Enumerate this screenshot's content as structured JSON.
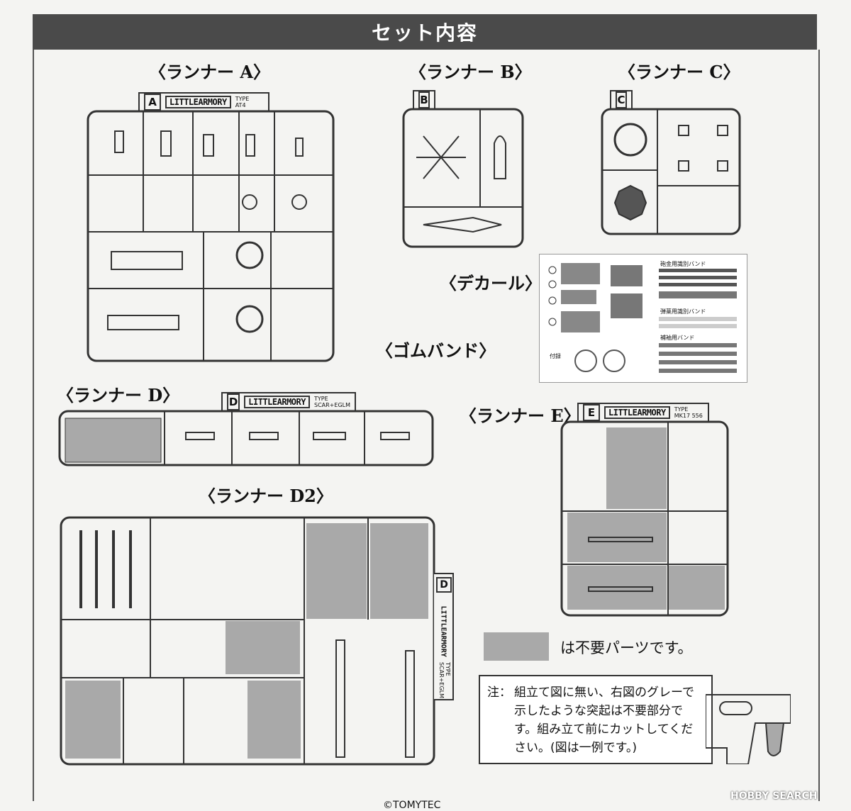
{
  "header": {
    "title": "セット内容"
  },
  "runners": {
    "a": {
      "label": "〈ランナー A〉",
      "letter": "A",
      "logo": "LITTLEARMORY",
      "type": "TYPE",
      "model": "AT4"
    },
    "b": {
      "label": "〈ランナー B〉",
      "letter": "B"
    },
    "c": {
      "label": "〈ランナー C〉",
      "letter": "C"
    },
    "d": {
      "label": "〈ランナー D〉",
      "letter": "D",
      "logo": "LITTLEARMORY",
      "type": "TYPE",
      "model": "SCAR+EGLM"
    },
    "d2": {
      "label": "〈ランナー D2〉",
      "letter": "D",
      "logo": "LITTLEARMORY",
      "type": "TYPE",
      "model": "SCAR+EGLM"
    },
    "e": {
      "label": "〈ランナー E〉",
      "letter": "E",
      "logo": "LITTLEARMORY",
      "type": "TYPE",
      "model": "MK17 556"
    }
  },
  "decal": {
    "label": "〈デカール〉",
    "band1": "砲金用識別バンド",
    "band2": "弾薬用識別バンド",
    "band3": "補袖用バンド",
    "note": "付録"
  },
  "rubber_band": {
    "label": "〈ゴムバンド〉"
  },
  "legend": {
    "text": "は不要パーツです。",
    "color": "#a9a9a9"
  },
  "note": {
    "label": "注：",
    "text": "組立て図に無い、右図のグレーで示したような突起は不要部分です。組み立て前にカットしてください。(図は一例です。)"
  },
  "copyright": "©TOMYTEC",
  "watermark": "HOBBY SEARCH"
}
